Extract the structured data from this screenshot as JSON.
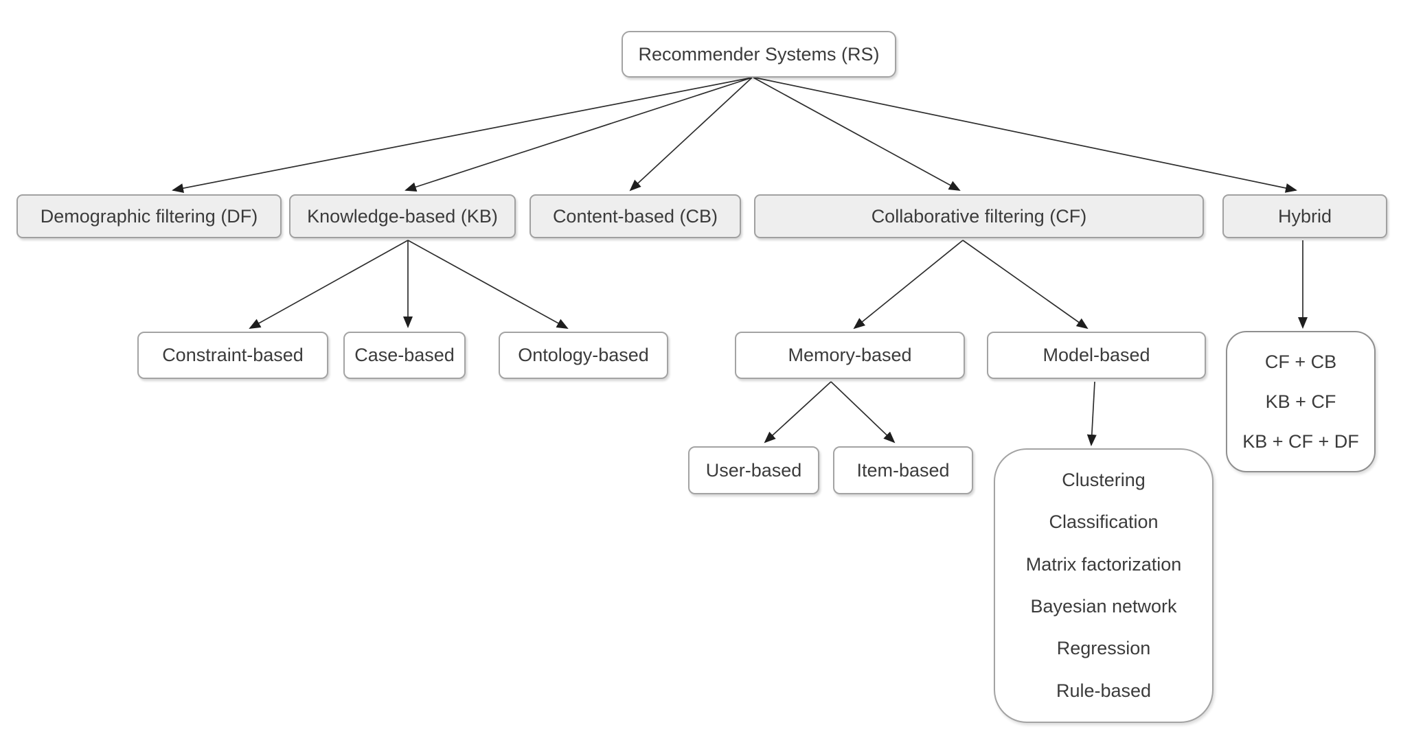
{
  "nodes": {
    "root": {
      "label": "Recommender Systems (RS)"
    },
    "demographic": {
      "label": "Demographic filtering (DF)"
    },
    "knowledge": {
      "label": "Knowledge-based (KB)"
    },
    "content": {
      "label": "Content-based (CB)"
    },
    "collaborative": {
      "label": "Collaborative filtering (CF)"
    },
    "hybrid": {
      "label": "Hybrid"
    },
    "constraint": {
      "label": "Constraint-based"
    },
    "case": {
      "label": "Case-based"
    },
    "ontology": {
      "label": "Ontology-based"
    },
    "memory": {
      "label": "Memory-based"
    },
    "model": {
      "label": "Model-based"
    },
    "user": {
      "label": "User-based"
    },
    "item": {
      "label": "Item-based"
    },
    "hybrid_combos": {
      "items": [
        "CF + CB",
        "KB + CF",
        "KB + CF + DF"
      ]
    },
    "model_techniques": {
      "items": [
        "Clustering",
        "Classification",
        "Matrix factorization",
        "Bayesian network",
        "Regression",
        "Rule-based"
      ]
    }
  },
  "edges": [
    {
      "from": "root",
      "to": "demographic"
    },
    {
      "from": "root",
      "to": "knowledge"
    },
    {
      "from": "root",
      "to": "content"
    },
    {
      "from": "root",
      "to": "collaborative"
    },
    {
      "from": "root",
      "to": "hybrid"
    },
    {
      "from": "knowledge",
      "to": "constraint"
    },
    {
      "from": "knowledge",
      "to": "case"
    },
    {
      "from": "knowledge",
      "to": "ontology"
    },
    {
      "from": "collaborative",
      "to": "memory"
    },
    {
      "from": "collaborative",
      "to": "model"
    },
    {
      "from": "hybrid",
      "to": "hybrid_combos"
    },
    {
      "from": "memory",
      "to": "user"
    },
    {
      "from": "memory",
      "to": "item"
    },
    {
      "from": "model",
      "to": "model_techniques"
    }
  ],
  "colors": {
    "canvas_bg": "#ffffff",
    "level2_fill": "#eeeeee",
    "node_fill": "#ffffff",
    "node_border": "#a3a3a3",
    "text": "#3b3b3b",
    "arrow": "#2d2d2d"
  }
}
